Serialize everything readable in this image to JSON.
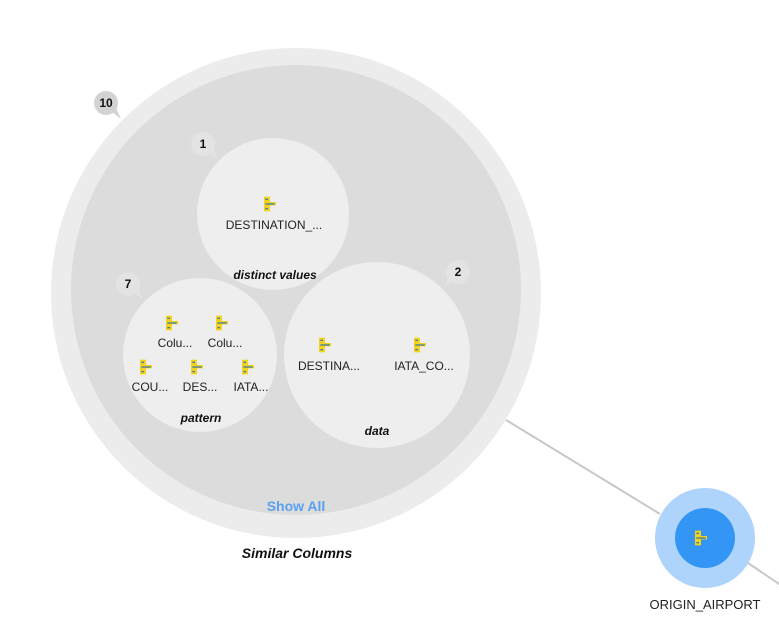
{
  "colors": {
    "outer_ring": "#ececec",
    "inner_fill": "#dcdcdc",
    "group_fill": "#eeeeee",
    "badge_fill": "#e3e3e3",
    "badge_fill_outer": "#d3d3d3",
    "show_all": "#5a9ff0",
    "node_outer": "#aed4fb",
    "node_inner": "#3396f5",
    "column_icon": "#f5d21e",
    "column_icon_lines": "#3d7ea6",
    "edge": "#c8c8c8"
  },
  "cluster": {
    "title": "Similar Columns",
    "count": "10",
    "show_all_label": "Show All",
    "groups": [
      {
        "name": "distinct values",
        "count": "1",
        "columns": [
          "DESTINATION_..."
        ]
      },
      {
        "name": "pattern",
        "count": "7",
        "columns": [
          "Colu...",
          "Colu...",
          "COU...",
          "DES...",
          "IATA..."
        ]
      },
      {
        "name": "data",
        "count": "2",
        "columns": [
          "DESTINA...",
          "IATA_CO..."
        ]
      }
    ]
  },
  "focus_node": {
    "label": "ORIGIN_AIRPORT",
    "icon": "column-icon"
  }
}
